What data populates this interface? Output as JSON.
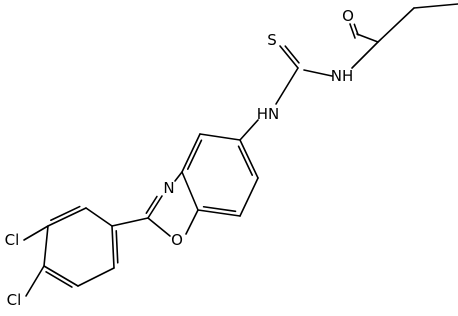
{
  "diagram": {
    "type": "skeletal-formula",
    "atoms": {
      "oxygen_carbonyl": "O",
      "nitrogen_amide": "NH",
      "sulfur": "S",
      "nitrogen_amine": "HN",
      "nitrogen_ring": "N",
      "oxygen_ring": "O",
      "chlorine_upper": "Cl",
      "chlorine_lower": "Cl"
    },
    "colors": {
      "bond": "#000000",
      "label": "#000000"
    }
  }
}
